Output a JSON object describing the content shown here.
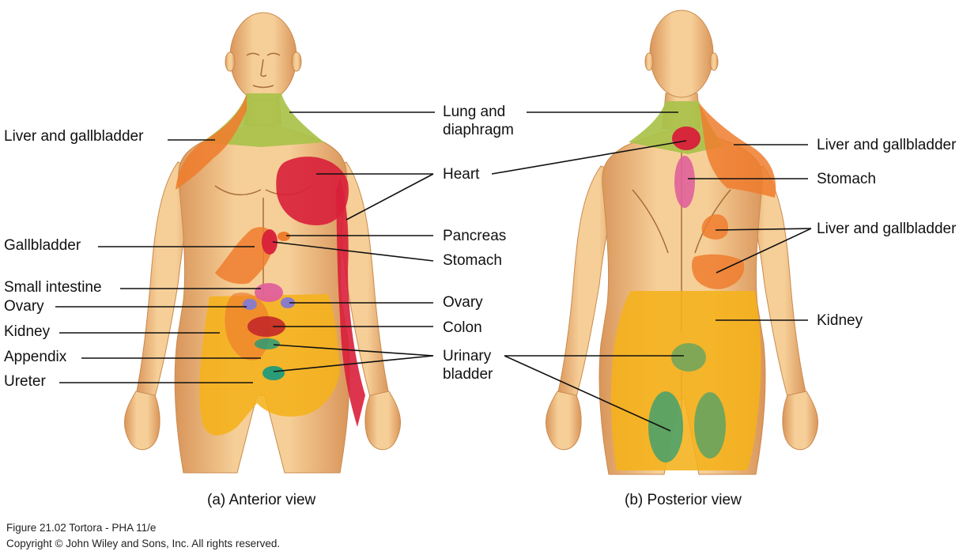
{
  "anterior": {
    "caption": "(a) Anterior view",
    "left_labels": {
      "liver_gallbladder": "Liver and gallbladder",
      "gallbladder": "Gallbladder",
      "small_intestine": "Small intestine",
      "ovary": "Ovary",
      "kidney": "Kidney",
      "appendix": "Appendix",
      "ureter": "Ureter"
    }
  },
  "center_labels": {
    "lung_diaphragm_line1": "Lung and",
    "lung_diaphragm_line2": "diaphragm",
    "heart": "Heart",
    "pancreas": "Pancreas",
    "stomach": "Stomach",
    "ovary": "Ovary",
    "colon": "Colon",
    "urinary_bladder_line1": "Urinary",
    "urinary_bladder_line2": "bladder"
  },
  "posterior": {
    "caption": "(b) Posterior view",
    "right_labels": {
      "liver_gallbladder_upper": "Liver and gallbladder",
      "stomach": "Stomach",
      "liver_gallbladder_lower": "Liver and gallbladder",
      "kidney": "Kidney"
    }
  },
  "credit": {
    "line1": "Figure 21.02  Tortora - PHA 11/e",
    "line2": "Copyright © John Wiley and Sons, Inc. All rights reserved."
  },
  "colors": {
    "skin": "#f2c48a",
    "skin_shade": "#d99a58",
    "orange_zone": "#ee7d2e",
    "green_zone": "#a9c24a",
    "red_zone": "#d81f3a",
    "yellow_zone": "#f5b21a",
    "teal_zone": "#1f9b7a",
    "pink_zone": "#e0609a",
    "purple_zone": "#8a7cc8"
  }
}
